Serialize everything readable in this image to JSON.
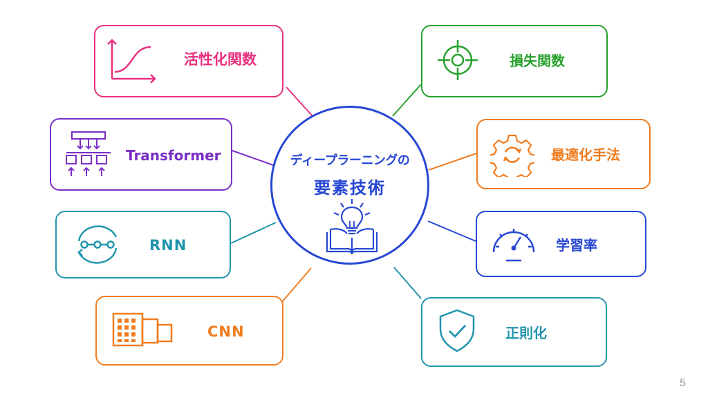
{
  "center": {
    "line1": "ディープラーニングの",
    "line2": "要素技術",
    "icon": "lightbulb-book-icon",
    "color": "#2747d4"
  },
  "nodes": {
    "activation": {
      "label": "活性化関数",
      "icon": "sigmoid-curve-icon",
      "color": "#e8317f"
    },
    "transformer": {
      "label": "Transformer",
      "icon": "transformer-blocks-icon",
      "color": "#7a2fc4"
    },
    "rnn": {
      "label": "RNN",
      "icon": "recurrent-loop-icon",
      "color": "#2195ad"
    },
    "cnn": {
      "label": "CNN",
      "icon": "conv-grid-icon",
      "color": "#f07c1f"
    },
    "loss": {
      "label": "損失関数",
      "icon": "target-crosshair-icon",
      "color": "#27a02c"
    },
    "optimizer": {
      "label": "最適化手法",
      "icon": "gear-refresh-icon",
      "color": "#f07c1f"
    },
    "learning_rate": {
      "label": "学習率",
      "icon": "gauge-icon",
      "color": "#2747d4"
    },
    "regularization": {
      "label": "正則化",
      "icon": "shield-check-icon",
      "color": "#2195ad"
    }
  },
  "page_number": "5"
}
